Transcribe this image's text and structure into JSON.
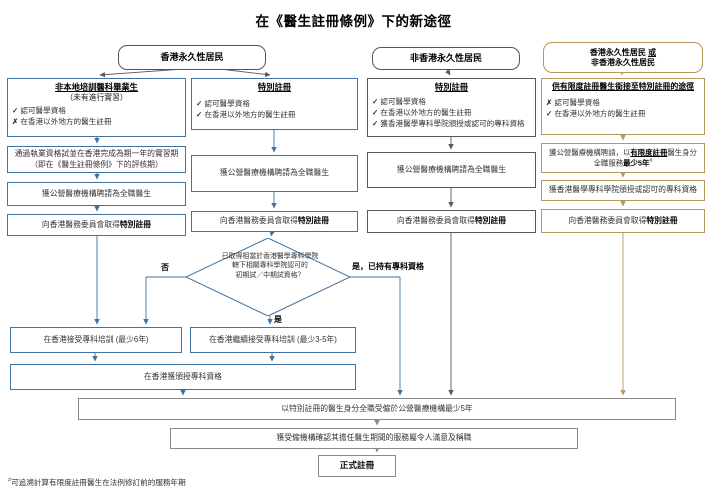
{
  "title": "在《醫生註冊條例》下的新途徑",
  "entry": {
    "hk_resident": "香港永久性居民",
    "non_hk_resident": "非香港永久性居民",
    "either_line1_text": "香港永久性居民 ",
    "either_line1_or": "或",
    "either_line2": "非香港永久性居民"
  },
  "col1": {
    "header": {
      "title": "非本地培訓醫科畢業生",
      "subtitle": "（未有進行實習）",
      "item1_mark": "✓",
      "item1_text": "認可醫學資格",
      "item2_mark": "✗",
      "item2_text": "在香港以外地方的醫生註冊"
    },
    "step1_line1": "通過執業資格試並在香港完成為期一年的實習期",
    "step1_line2": "（即在《醫生註冊條例》下的評核期）",
    "step2": "獲公營醫療機構聘請為全職醫生",
    "step3_prefix": "向香港醫務委員會取得",
    "step3_bold": "特別註冊"
  },
  "col2": {
    "header": {
      "title": "特別註冊",
      "item1_mark": "✓",
      "item1_text": "認可醫學資格",
      "item2_mark": "✓",
      "item2_text": "在香港以外地方的醫生註冊"
    },
    "step1": "獲公營醫療機構聘請為全職醫生",
    "step2_prefix": "向香港醫務委員會取得",
    "step2_bold": "特別註冊"
  },
  "col3": {
    "header": {
      "title": "特別註冊",
      "item1_mark": "✓",
      "item1_text": "認可醫學資格",
      "item2_mark": "✓",
      "item2_text": "在香港以外地方的醫生註冊",
      "item3_mark": "✓",
      "item3_text": "獲香港醫學專科學院頒授或認可的專科資格"
    },
    "step1": "獲公營醫療機構聘請為全職醫生",
    "step2_prefix": "向香港醫務委員會取得",
    "step2_bold": "特別註冊"
  },
  "col4": {
    "header": {
      "title": "供有限度註冊醫生銜接至特別註冊的途徑",
      "item1_mark": "✗",
      "item1_text": "認可醫學資格",
      "item2_mark": "✓",
      "item2_text": "在香港以外地方的醫生註冊"
    },
    "step1_part1": "獲公營醫療機構聘請，以",
    "step1_ul": "有限度註冊",
    "step1_part2": "醫生身分",
    "step1_line2_text": "全職服務",
    "step1_line2_bold": "最少5年",
    "step1_sup": "#",
    "step2": "獲香港醫學專科學院頒授或認可的專科資格",
    "step3_prefix": "向香港醫務委員會取得",
    "step3_bold": "特別註冊"
  },
  "decision": {
    "line1": "已取得相當於香港醫學專科學院",
    "line2": "轄下相關專科學院認可的",
    "line3": "初期試／中期試資格？"
  },
  "branch_labels": {
    "no": "否",
    "yes": "是",
    "yes_specialist": "是，已持有專科資格"
  },
  "training": {
    "six_year": "在香港接受專科培訓 (最少6年)",
    "continue": "在香港繼續接受專科培訓 (最少3-5年)",
    "award": "在香港獲頒授專科資格"
  },
  "final": {
    "employ5yr": "以特別註冊的醫生身分全職受僱於公營醫療機構最少5年",
    "confirm": "獲受僱機構確認其擔任醫生期間的服務屬令人滿意及稱職",
    "full_reg": "正式註冊"
  },
  "footnote": {
    "sup": "#",
    "text": "可追溯計算有限度註冊醫生在法例修訂前的服務年期"
  },
  "colors": {
    "blue": "#41719c",
    "dark": "#595959",
    "gold": "#b5985a",
    "gray": "#8a8a8a"
  }
}
